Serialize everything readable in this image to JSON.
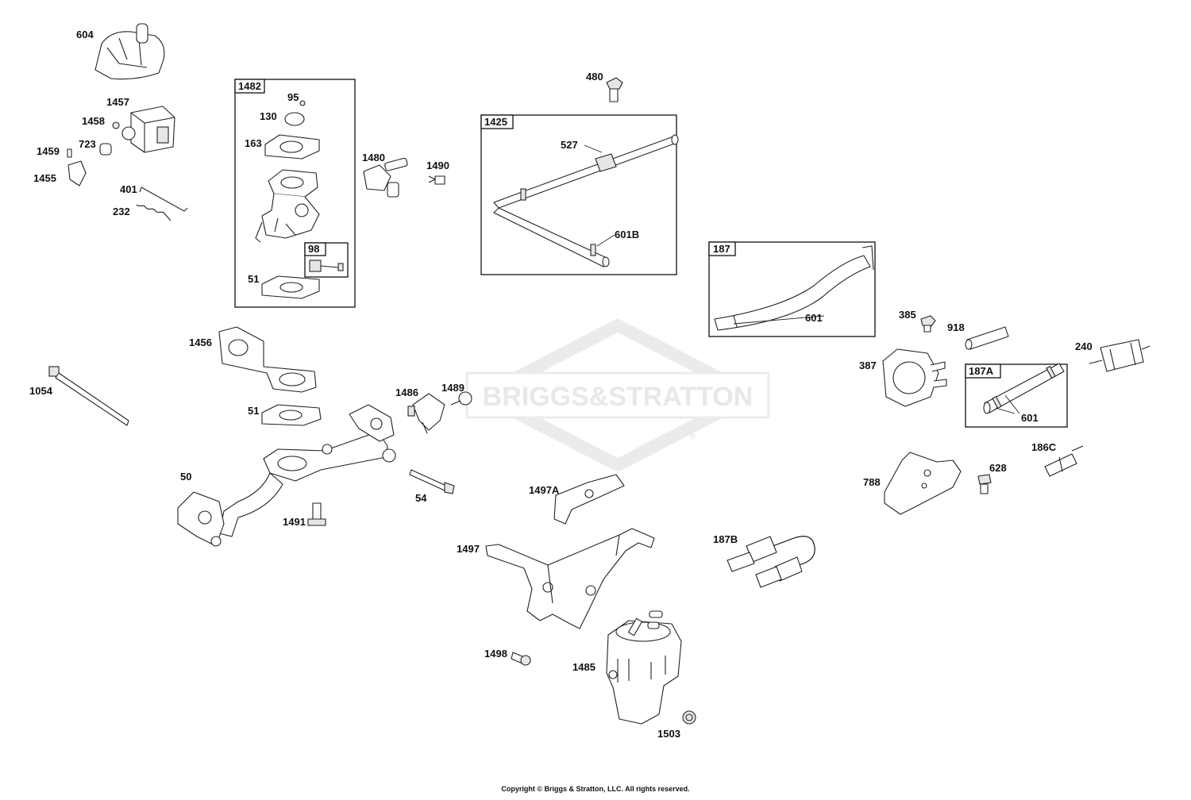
{
  "watermark": {
    "brand": "BRIGGS&STRATTON",
    "registered": "®"
  },
  "copyright": "Copyright © Briggs & Stratton, LLC. All rights reserved.",
  "kits": [
    {
      "id": "kit-1482",
      "label": "1482"
    },
    {
      "id": "kit-98",
      "label": "98"
    },
    {
      "id": "kit-1425",
      "label": "1425"
    },
    {
      "id": "kit-187",
      "label": "187"
    },
    {
      "id": "kit-187a",
      "label": "187A"
    }
  ],
  "callouts": [
    "604",
    "1457",
    "1458",
    "1459",
    "723",
    "1455",
    "401",
    "232",
    "95",
    "130",
    "163",
    "51",
    "1480",
    "1490",
    "480",
    "527",
    "601B",
    "601",
    "385",
    "918",
    "240",
    "387",
    "1456",
    "1054",
    "1486",
    "1489",
    "50",
    "1491",
    "54",
    "1497A",
    "1497",
    "1498",
    "1485",
    "1503",
    "187B",
    "788",
    "628",
    "186C"
  ]
}
